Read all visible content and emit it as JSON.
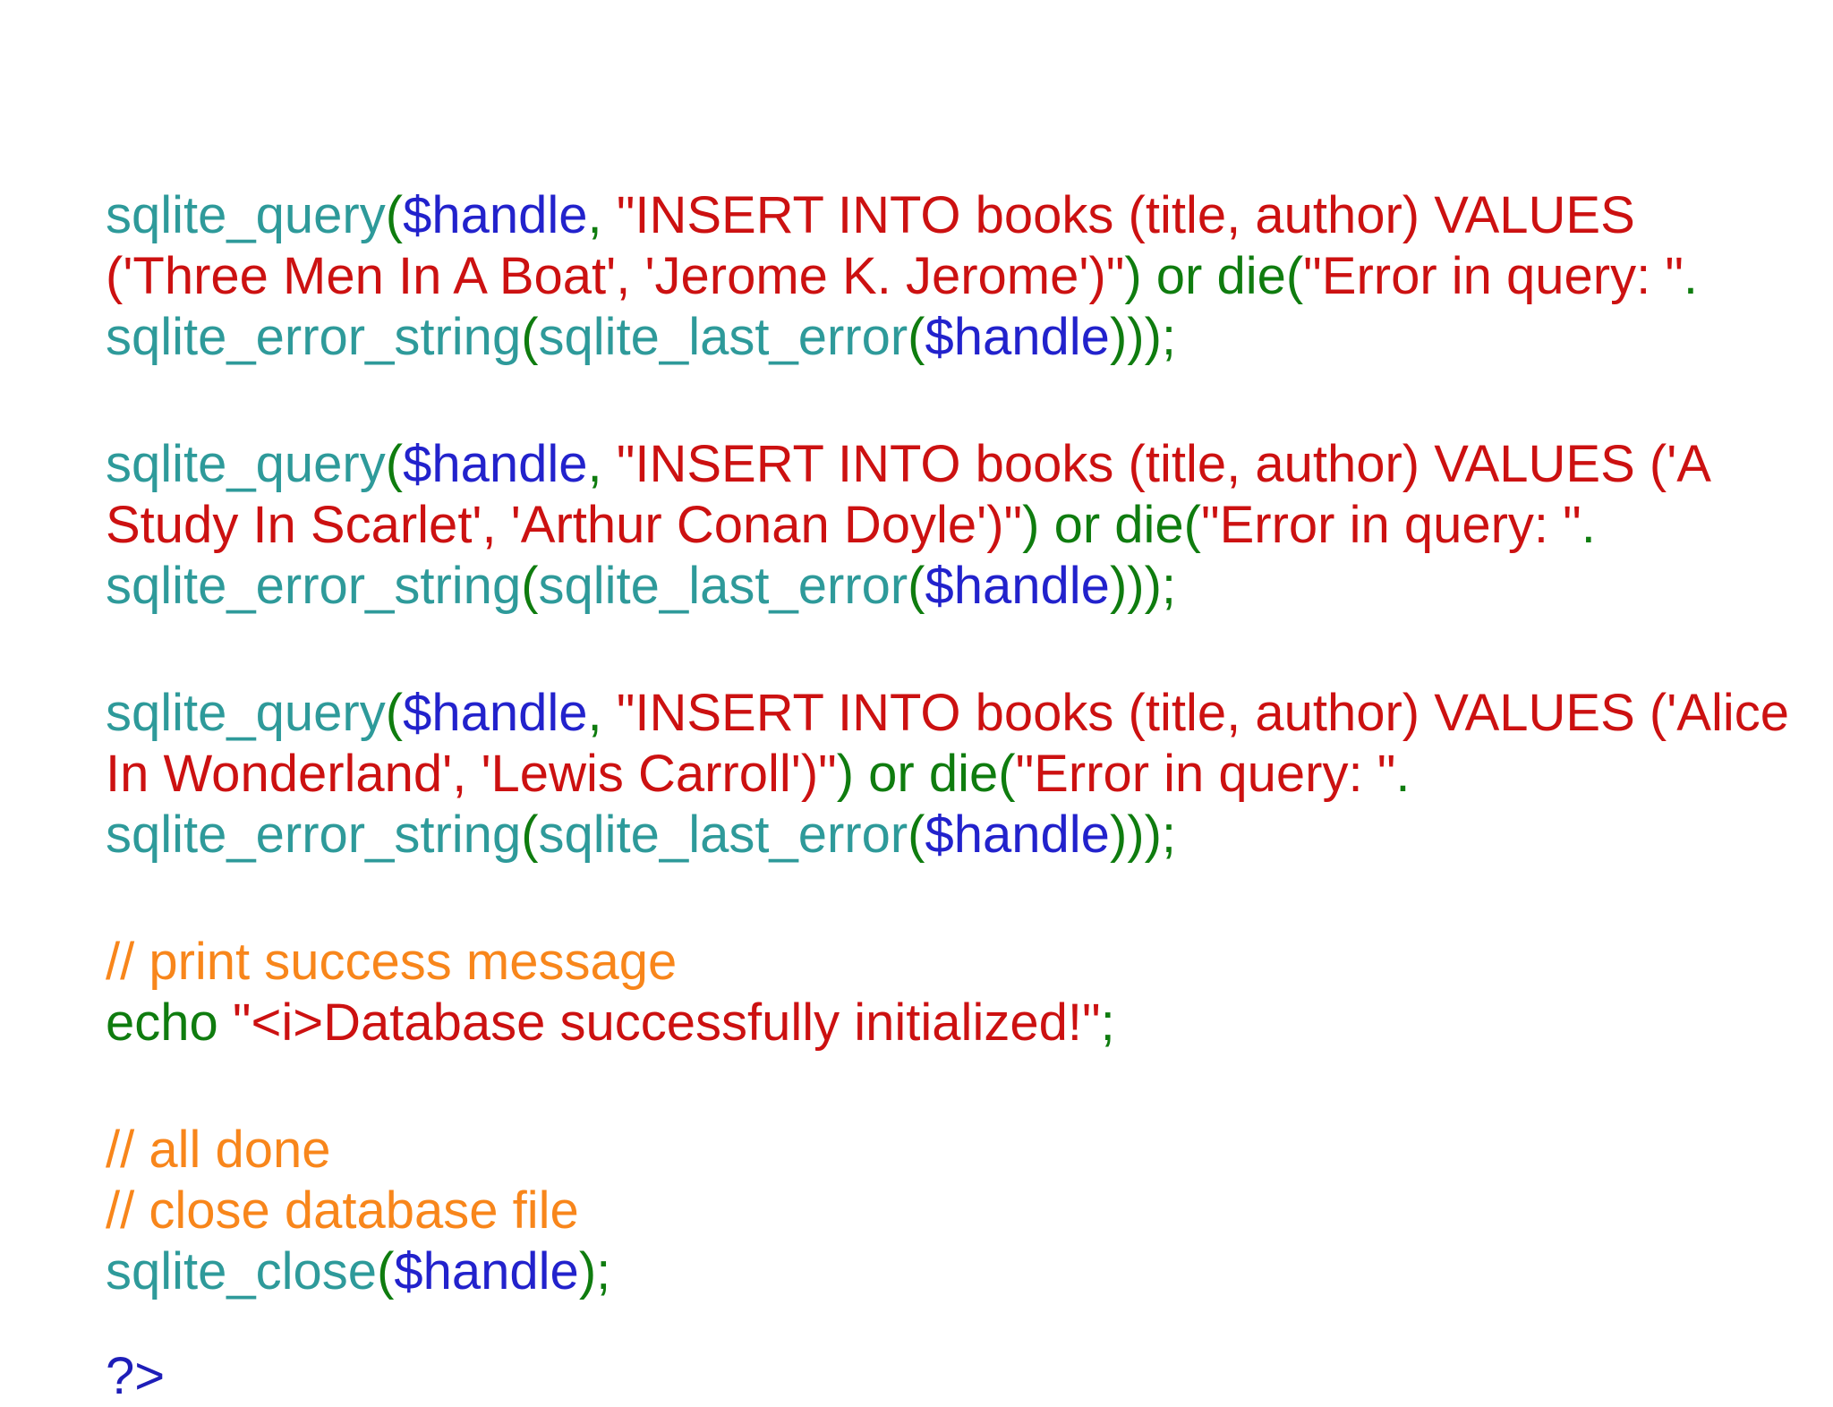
{
  "colors": {
    "background": "#ffffff",
    "function": "#2E9A9A",
    "keyword": "#0F7C0F",
    "variable": "#2222CC",
    "string": "#CC1111",
    "comment": "#F8861B",
    "tag": "#1E1EB8"
  },
  "code": {
    "language": "php",
    "paragraphs": [
      {
        "lines": [
          [
            {
              "t": "sqlite_query",
              "c": "function"
            },
            {
              "t": "(",
              "c": "keyword"
            },
            {
              "t": "$handle",
              "c": "variable"
            },
            {
              "t": ", ",
              "c": "keyword"
            },
            {
              "t": "\"INSERT INTO books (title, author) VALUES",
              "c": "string"
            }
          ],
          [
            {
              "t": "('Three Men In A Boat', 'Jerome K. Jerome')\"",
              "c": "string"
            },
            {
              "t": ") or die(",
              "c": "keyword"
            },
            {
              "t": "\"Error in query: \"",
              "c": "string"
            },
            {
              "t": ".",
              "c": "keyword"
            }
          ],
          [
            {
              "t": "sqlite_error_string",
              "c": "function"
            },
            {
              "t": "(",
              "c": "keyword"
            },
            {
              "t": "sqlite_last_error",
              "c": "function"
            },
            {
              "t": "(",
              "c": "keyword"
            },
            {
              "t": "$handle",
              "c": "variable"
            },
            {
              "t": ")));",
              "c": "keyword"
            }
          ]
        ]
      },
      {
        "lines": [
          [
            {
              "t": "sqlite_query",
              "c": "function"
            },
            {
              "t": "(",
              "c": "keyword"
            },
            {
              "t": "$handle",
              "c": "variable"
            },
            {
              "t": ", ",
              "c": "keyword"
            },
            {
              "t": "\"INSERT INTO books (title, author) VALUES ('A",
              "c": "string"
            }
          ],
          [
            {
              "t": "Study In Scarlet', 'Arthur Conan Doyle')\"",
              "c": "string"
            },
            {
              "t": ") or die(",
              "c": "keyword"
            },
            {
              "t": "\"Error in query: \"",
              "c": "string"
            },
            {
              "t": ".",
              "c": "keyword"
            }
          ],
          [
            {
              "t": "sqlite_error_string",
              "c": "function"
            },
            {
              "t": "(",
              "c": "keyword"
            },
            {
              "t": "sqlite_last_error",
              "c": "function"
            },
            {
              "t": "(",
              "c": "keyword"
            },
            {
              "t": "$handle",
              "c": "variable"
            },
            {
              "t": ")));",
              "c": "keyword"
            }
          ]
        ]
      },
      {
        "lines": [
          [
            {
              "t": "sqlite_query",
              "c": "function"
            },
            {
              "t": "(",
              "c": "keyword"
            },
            {
              "t": "$handle",
              "c": "variable"
            },
            {
              "t": ", ",
              "c": "keyword"
            },
            {
              "t": "\"INSERT INTO books (title, author) VALUES ('Alice",
              "c": "string"
            }
          ],
          [
            {
              "t": "In Wonderland', 'Lewis Carroll')\"",
              "c": "string"
            },
            {
              "t": ") or die(",
              "c": "keyword"
            },
            {
              "t": "\"Error in query: \"",
              "c": "string"
            },
            {
              "t": ".",
              "c": "keyword"
            }
          ],
          [
            {
              "t": "sqlite_error_string",
              "c": "function"
            },
            {
              "t": "(",
              "c": "keyword"
            },
            {
              "t": "sqlite_last_error",
              "c": "function"
            },
            {
              "t": "(",
              "c": "keyword"
            },
            {
              "t": "$handle",
              "c": "variable"
            },
            {
              "t": ")));",
              "c": "keyword"
            }
          ]
        ]
      },
      {
        "lines": [
          [
            {
              "t": "// print success message",
              "c": "comment"
            }
          ],
          [
            {
              "t": "echo ",
              "c": "keyword"
            },
            {
              "t": "\"<i>Database successfully initialized!\"",
              "c": "string"
            },
            {
              "t": ";",
              "c": "keyword"
            }
          ]
        ]
      },
      {
        "lines": [
          [
            {
              "t": "// all done",
              "c": "comment"
            }
          ],
          [
            {
              "t": "// close database file",
              "c": "comment"
            }
          ],
          [
            {
              "t": "sqlite_close",
              "c": "function"
            },
            {
              "t": "(",
              "c": "keyword"
            },
            {
              "t": "$handle",
              "c": "variable"
            },
            {
              "t": ");",
              "c": "keyword"
            }
          ]
        ]
      },
      {
        "final": true,
        "lines": [
          [
            {
              "t": "?>",
              "c": "tag"
            }
          ]
        ]
      }
    ]
  }
}
